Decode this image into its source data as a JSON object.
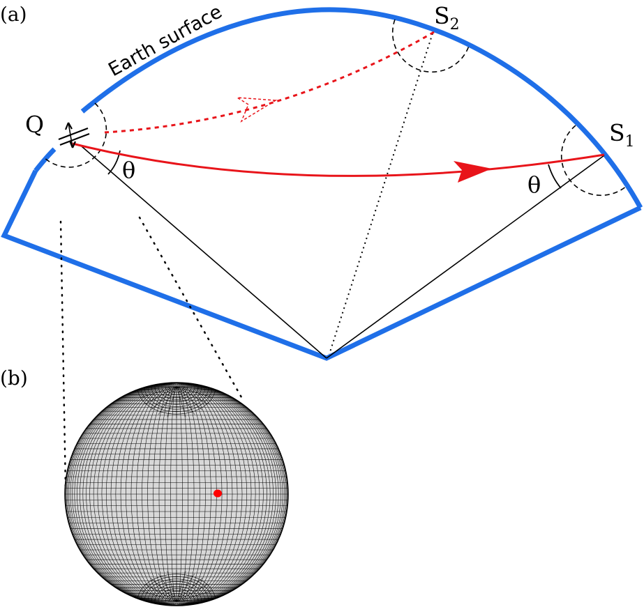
{
  "panel_labels": {
    "a": "(a)",
    "b": "(b)"
  },
  "labels": {
    "earth_surface": "Earth surface",
    "source_point": "Q",
    "station_1": "S",
    "station_1_sub": "1",
    "station_2": "S",
    "station_2_sub": "2",
    "angle_at_source": "θ",
    "angle_at_station": "θ"
  },
  "colors": {
    "earth_outline": "#1f6fe8",
    "ray_path": "#e8141a",
    "focal_dot": "#ff0000",
    "lines": "#000000"
  }
}
